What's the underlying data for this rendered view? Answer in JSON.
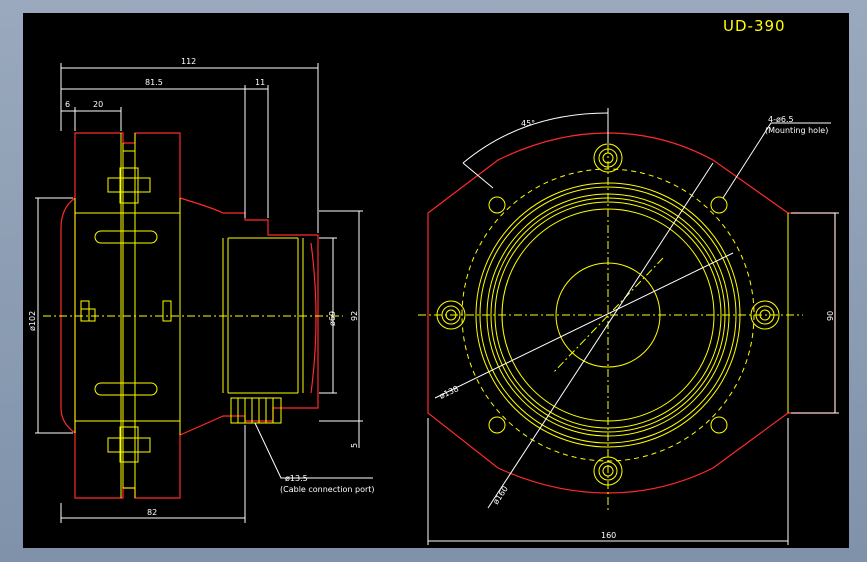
{
  "drawing": {
    "title": "UD-390",
    "side_view": {
      "dim_overall_length": "112",
      "dim_81_5": "81.5",
      "dim_11": "11",
      "dim_6": "6",
      "dim_20": "20",
      "dim_diameter_102": "ø102",
      "dim_diameter_69": "ø69",
      "dim_92": "92",
      "dim_5": "5",
      "dim_82": "82",
      "cable_port_diameter": "ø13.5",
      "cable_port_label": "(Cable connection port)"
    },
    "front_view": {
      "dim_angle": "45°",
      "mounting_holes": "4-ø6.5",
      "mounting_holes_label": "(Mounting hole)",
      "dim_diameter_138": "ø138",
      "dim_diameter_160": "ø160",
      "dim_width_160": "160",
      "dim_height_90": "90"
    }
  },
  "colors": {
    "background": "#000000",
    "outline": "#ff2a2a",
    "geometry": "#ffff00",
    "dimension": "#ffffff"
  }
}
